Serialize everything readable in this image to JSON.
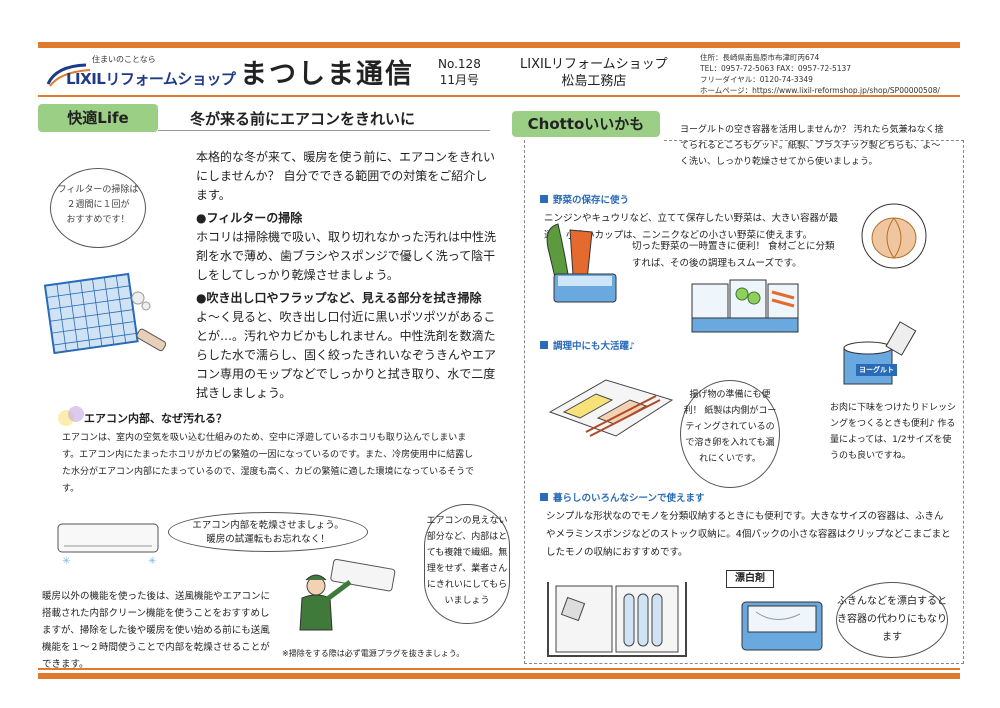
{
  "header": {
    "logo_tagline": "住まいのことなら",
    "logo_text": "LIXILリフォームショップ",
    "newsletter_title": "まつしま通信",
    "issue_no": "No.128",
    "issue_month": "11月号",
    "shop_line1": "LIXILリフォームショップ",
    "shop_line2": "松島工務店",
    "address": "住所：長崎県南島原市布津町丙674",
    "tel_fax": "TEL：0957-72-5063  FAX：0957-72-5137",
    "freedial": "フリーダイヤル：0120-74-3349",
    "homepage": "ホームページ：https://www.lixil-reformshop.jp/shop/SP00000508/"
  },
  "left": {
    "banner": "快適Life",
    "headline": "冬が来る前にエアコンをきれいに",
    "intro": "本格的な冬が来て、暖房を使う前に、エアコンをきれいにしませんか？ 自分でできる範囲での対策をご紹介します。",
    "sec1_title": "●フィルターの掃除",
    "sec1_body": "ホコリは掃除機で吸い、取り切れなかった汚れは中性洗剤を水で薄め、歯ブラシやスポンジで優しく洗って陰干しをしてしっかり乾燥させましょう。",
    "sec2_title": "●吹き出し口やフラップなど、見える部分を拭き掃除",
    "sec2_body": "よ～く見ると、吹き出し口付近に黒いポツポツがあることが…。汚れやカビかもしれません。中性洗剤を数滴たらした水で濡らし、固く絞ったきれいなぞうきんやエアコン専用のモップなどでしっかりと拭き取り、水で二度拭きしましょう。",
    "bubble_filter_1": "フィルターの掃除は",
    "bubble_filter_2": "２週間に１回が",
    "bubble_filter_3": "おすすめです！",
    "why_title": "エアコン内部、なぜ汚れる？",
    "why_body": "エアコンは、室内の空気を吸い込む仕組みのため、空中に浮遊しているホコリも取り込んでしまいます。エアコン内にたまったホコリがカビの繁殖の一因になっているのです。また、冷房使用中に結露した水分がエアコン内部にたまっているので、湿度も高く、カビの繁殖に適した環境になっているそうです。",
    "bubble_dry_1": "エアコン内部を乾燥させましょう。",
    "bubble_dry_2": "暖房の試運転もお忘れなく！",
    "bubble_pro": "エアコンの見えない部分など、内部はとても複雑で繊細。無理をせず、業者さんにきれいにしてもらいましょう",
    "bottom_body": "暖房以外の機能を使った後は、送風機能やエアコンに搭載された内部クリーン機能を使うことをおすすめしますが、掃除をした後や暖房を使い始める前にも送風機能を１～２時間使うことで内部を乾燥させることができます。",
    "note": "※掃除をする際は必ず電源プラグを抜きましょう。"
  },
  "right": {
    "banner": "Chottoいいかも",
    "intro": "ヨーグルトの空き容器を活用しませんか？ 汚れたら気兼ねなく捨てられるところもグッド。紙製、プラスチック製どちらも、よ～く洗い、しっかり乾燥させてから使いましょう。",
    "s1_title": "野菜の保存に使う",
    "s1_body": "ニンジンやキュウリなど、立てて保存したい野菜は、大きい容器が最適！ 小さいカップは、ニンニクなどの小さい野菜に使えます。",
    "s1_body2": "切った野菜の一時置きに便利！ 食材ごとに分類すれば、その後の調理もスムーズです。",
    "s2_title": "調理中にも大活躍♪",
    "bubble_fry": "揚げ物の準備にも便利！ 紙製は内側がコーティングされているので溶き卵を入れても漏れにくいです。",
    "s2_body": "お肉に下味をつけたりドレッシングをつくるときも便利♪ 作る量によっては、1/2サイズを使うのも良いですね。",
    "yogurt_label": "ヨーグルト",
    "s3_title": "暮らしのいろんなシーンで使えます",
    "s3_body": "シンプルな形状なのでモノを分類収納するときにも便利です。大きなサイズの容器は、ふきんやメラミンスポンジなどのストック収納に。4個パックの小さな容器はクリップなどこまごまとしたモノの収納におすすめです。",
    "bleach_label": "漂白剤",
    "bubble_bleach": "ふきんなどを漂白するとき容器の代わりにもなります"
  },
  "colors": {
    "accent_orange": "#e07a2c",
    "banner_green": "#9ccf86",
    "section_blue": "#2a6bb8"
  }
}
